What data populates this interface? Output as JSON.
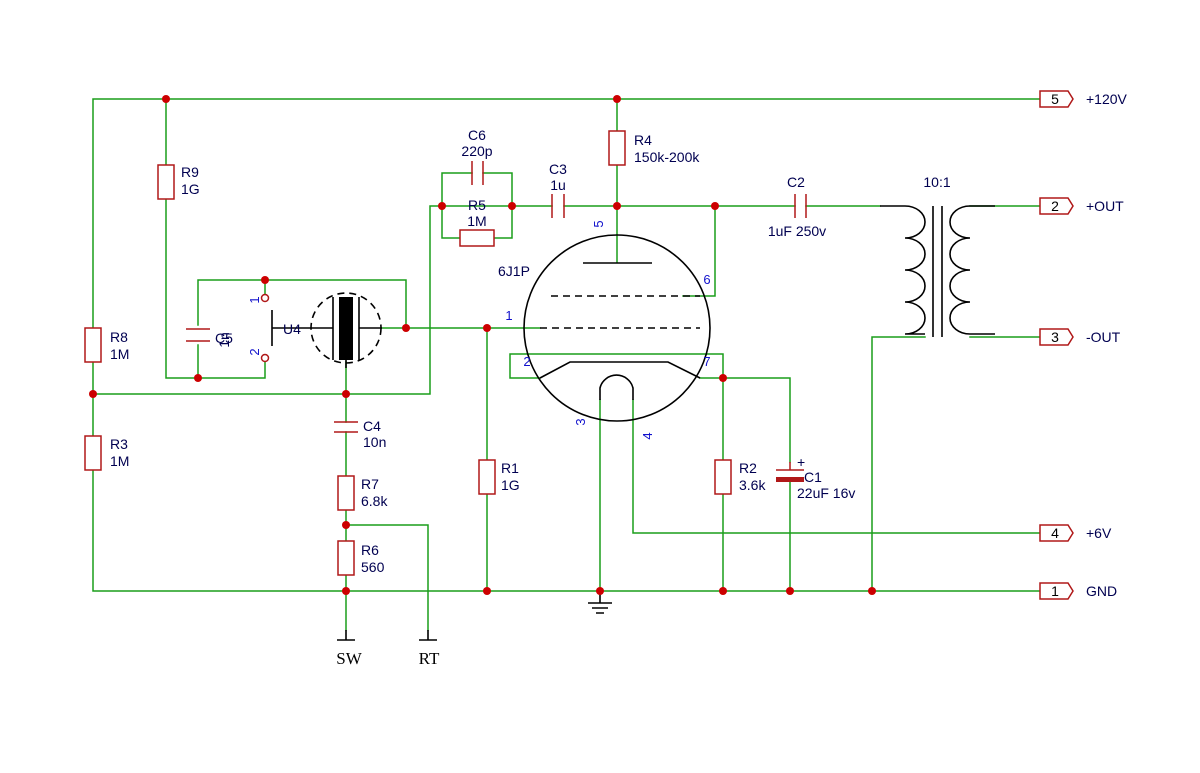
{
  "components": {
    "R1": {
      "ref": "R1",
      "value": "1G"
    },
    "R2": {
      "ref": "R2",
      "value": "3.6k"
    },
    "R3": {
      "ref": "R3",
      "value": "1M"
    },
    "R4": {
      "ref": "R4",
      "value": "150k-200k"
    },
    "R5": {
      "ref": "R5",
      "value": "1M"
    },
    "R6": {
      "ref": "R6",
      "value": "560"
    },
    "R7": {
      "ref": "R7",
      "value": "6.8k"
    },
    "R8": {
      "ref": "R8",
      "value": "1M"
    },
    "R9": {
      "ref": "R9",
      "value": "1G"
    },
    "C1": {
      "ref": "C1",
      "value": "22uF 16v"
    },
    "C2": {
      "ref": "C2",
      "value": "1uF 250v"
    },
    "C3": {
      "ref": "C3",
      "value": "1u"
    },
    "C4": {
      "ref": "C4",
      "value": "10n"
    },
    "C5": {
      "ref": "C5",
      "value": "1n"
    },
    "C6": {
      "ref": "C6",
      "value": "220p"
    },
    "U4": {
      "ref": "U4"
    },
    "tube": {
      "value": "6J1P"
    },
    "transformer": {
      "ratio": "10:1"
    }
  },
  "tube_pins": [
    "1",
    "2",
    "3",
    "4",
    "5",
    "6",
    "7"
  ],
  "u4_pins": [
    "1",
    "2"
  ],
  "polarity_mark": "+",
  "connector": [
    {
      "pin": "5",
      "label": "+120V"
    },
    {
      "pin": "2",
      "label": "+OUT"
    },
    {
      "pin": "3",
      "label": "-OUT"
    },
    {
      "pin": "4",
      "label": "+6V"
    },
    {
      "pin": "1",
      "label": "GND"
    }
  ],
  "terminals": {
    "sw": "SW",
    "rt": "RT"
  },
  "colors": {
    "wire": "#1a9e1a",
    "component": "#b01818",
    "junction": "#cc0000",
    "label": "#000050",
    "pin": "#1010cc"
  }
}
